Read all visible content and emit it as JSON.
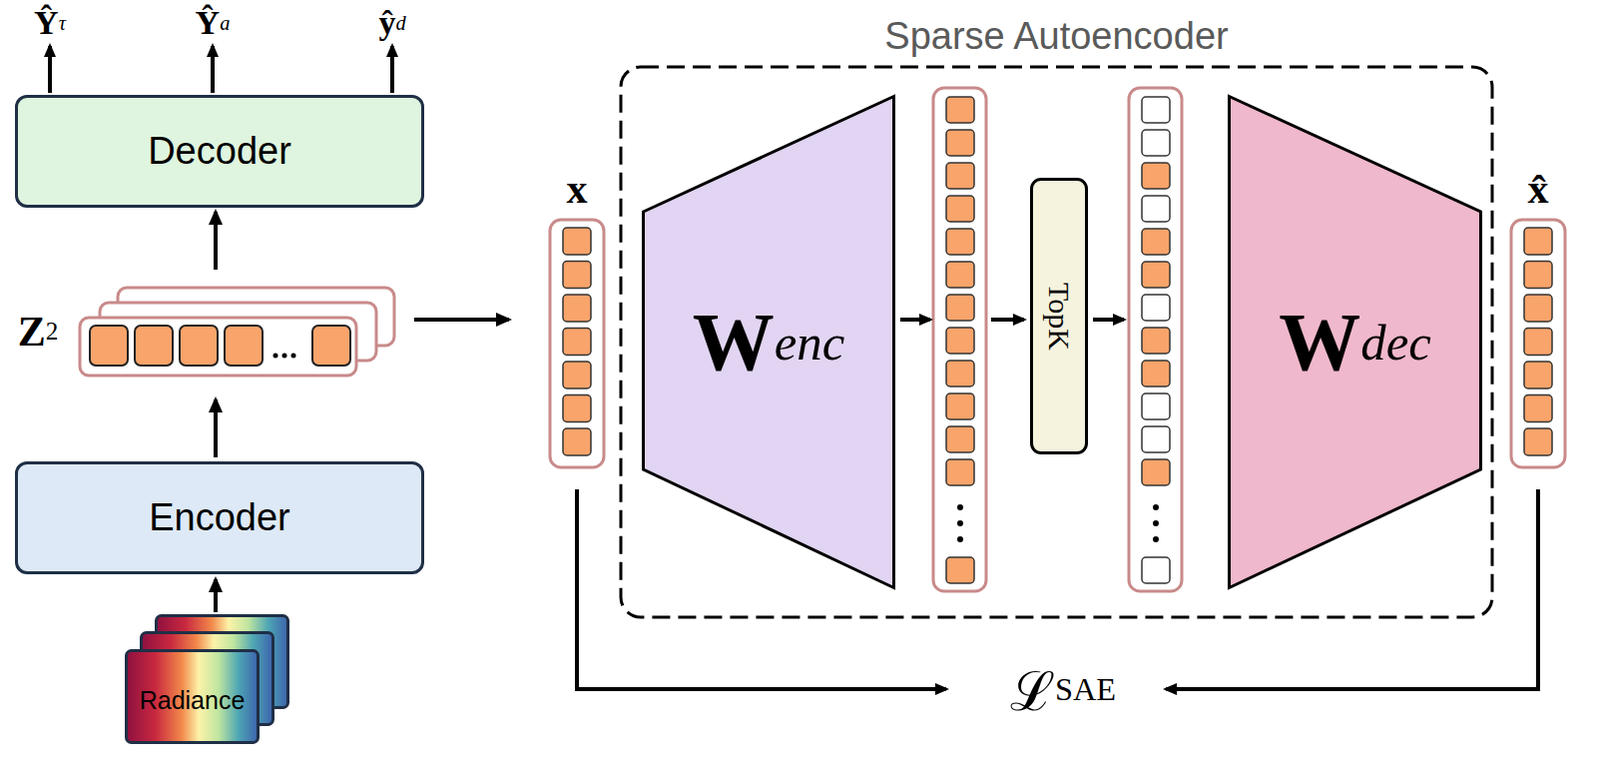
{
  "diagram": {
    "nodes": [
      {
        "text": [
          "Decoder"
        ]
      },
      {
        "text": [
          "Z2"
        ]
      },
      {
        "text": [
          "Encoder"
        ]
      },
      {
        "text": [
          "Radiance"
        ]
      },
      {
        "text": [
          "Sparse Autoencoder"
        ]
      },
      {
        "text": [
          "x"
        ]
      },
      {
        "text": [
          "Wenc"
        ],
        "in": 4
      },
      {
        "text": [
          "TopK"
        ],
        "in": 4
      },
      {
        "text": [
          "Wdec"
        ],
        "in": 4
      },
      {
        "text": [
          "x̂"
        ]
      }
    ],
    "edges": [
      {
        "from": 3,
        "to": 2,
        "arrow": "to"
      },
      {
        "from": 2,
        "to": 1,
        "arrow": "to"
      },
      {
        "from": 1,
        "to": 0,
        "arrow": "to"
      },
      {
        "from": 1,
        "to": 5,
        "arrow": "to"
      }
    ],
    "labels": [
      "Ŷτ",
      "Ŷa",
      "ŷd",
      "ℒSAE"
    ]
  }
}
